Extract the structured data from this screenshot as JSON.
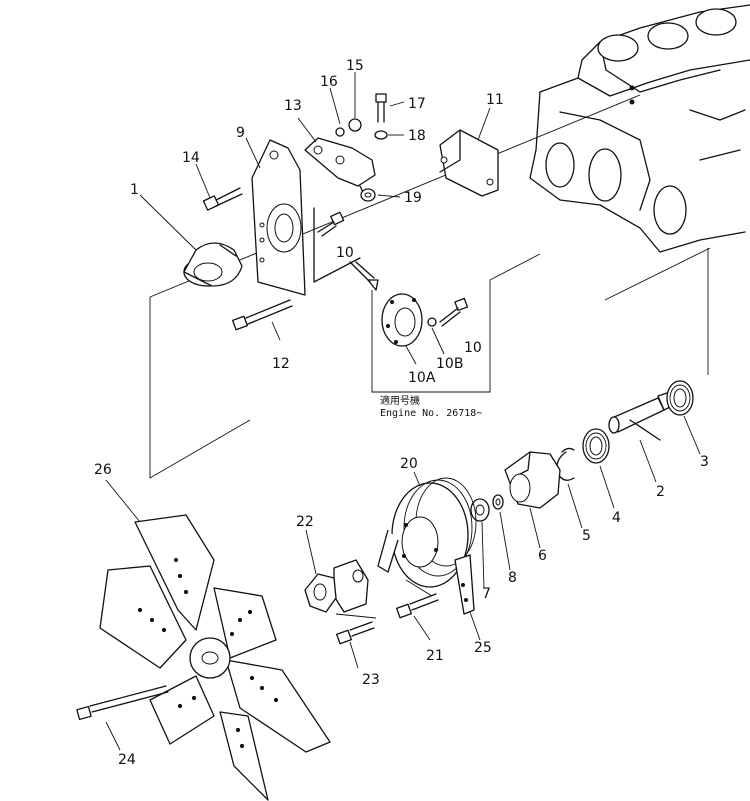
{
  "callouts": {
    "c1": "1",
    "c2": "2",
    "c3": "3",
    "c4": "4",
    "c5": "5",
    "c6": "6",
    "c7": "7",
    "c8": "8",
    "c9": "9",
    "c10a": "10",
    "c10b": "10",
    "c10A": "10A",
    "c10B": "10B",
    "c11": "11",
    "c12": "12",
    "c13": "13",
    "c14": "14",
    "c15": "15",
    "c16": "16",
    "c17": "17",
    "c18": "18",
    "c19": "19",
    "c20": "20",
    "c21": "21",
    "c22": "22",
    "c23": "23",
    "c24": "24",
    "c25": "25",
    "c26": "26"
  },
  "inset_note": {
    "line1": "適用号機",
    "line2": "Engine No. 26718~"
  }
}
